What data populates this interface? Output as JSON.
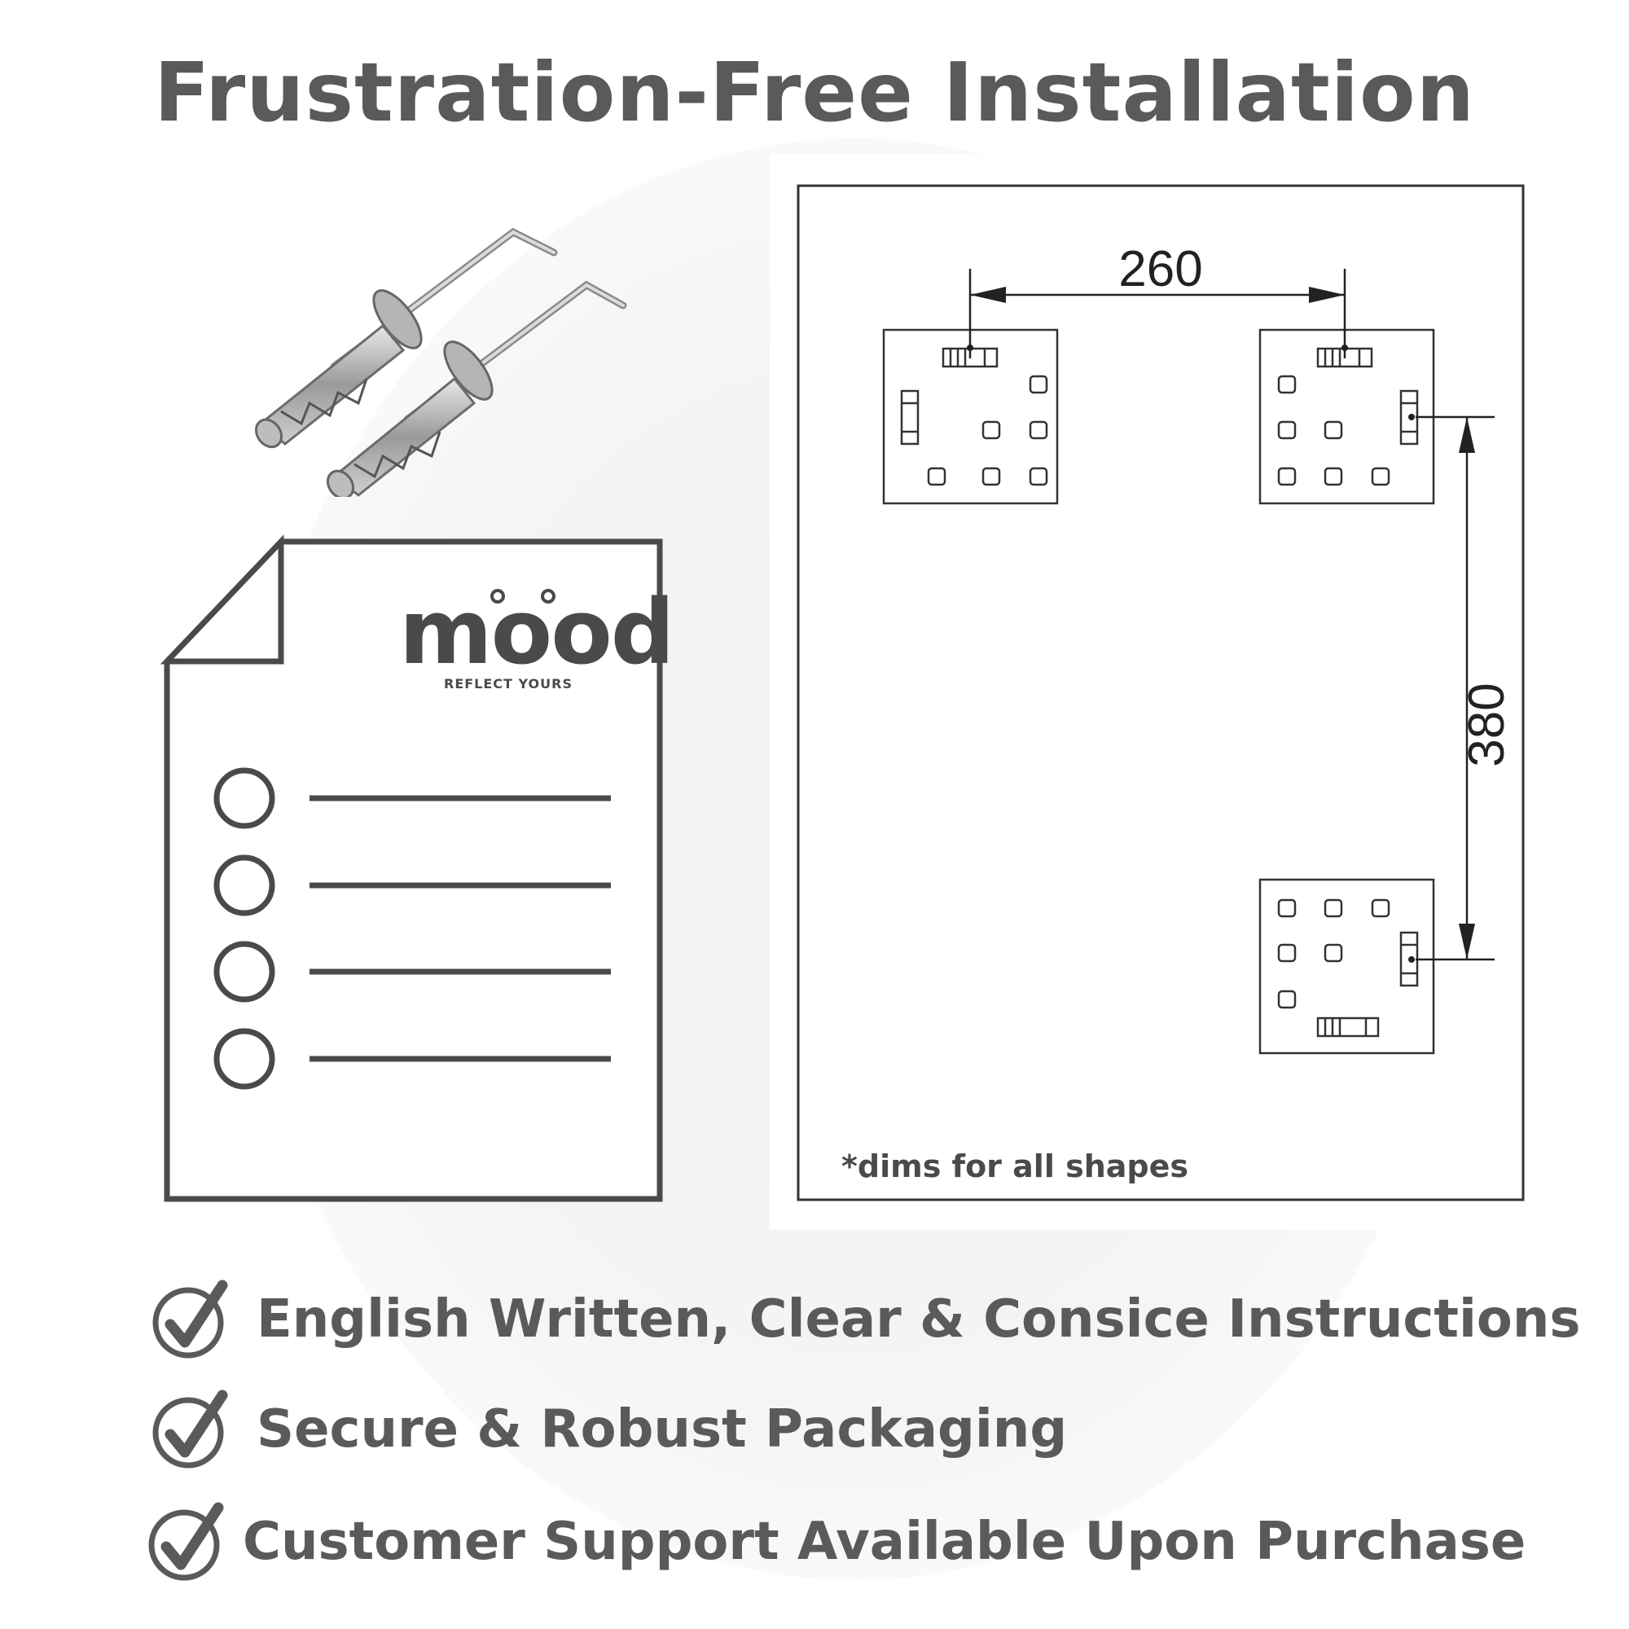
{
  "title": "Frustration-Free Installation",
  "logo": {
    "word": "mood",
    "tagline": "REFLECT YOURS"
  },
  "diagram": {
    "horizontal_dimension": "260",
    "vertical_dimension": "380",
    "note": "*dims for all shapes"
  },
  "features": [
    {
      "text": "English Written, Clear & Consice Instructions",
      "icon": "check-circle-icon"
    },
    {
      "text": "Secure & Robust Packaging",
      "icon": "check-circle-icon"
    },
    {
      "text": "Customer Support Available Upon Purchase",
      "icon": "check-circle-icon"
    }
  ],
  "colors": {
    "text": "#5a5a5a",
    "line": "#4a4a4a"
  }
}
